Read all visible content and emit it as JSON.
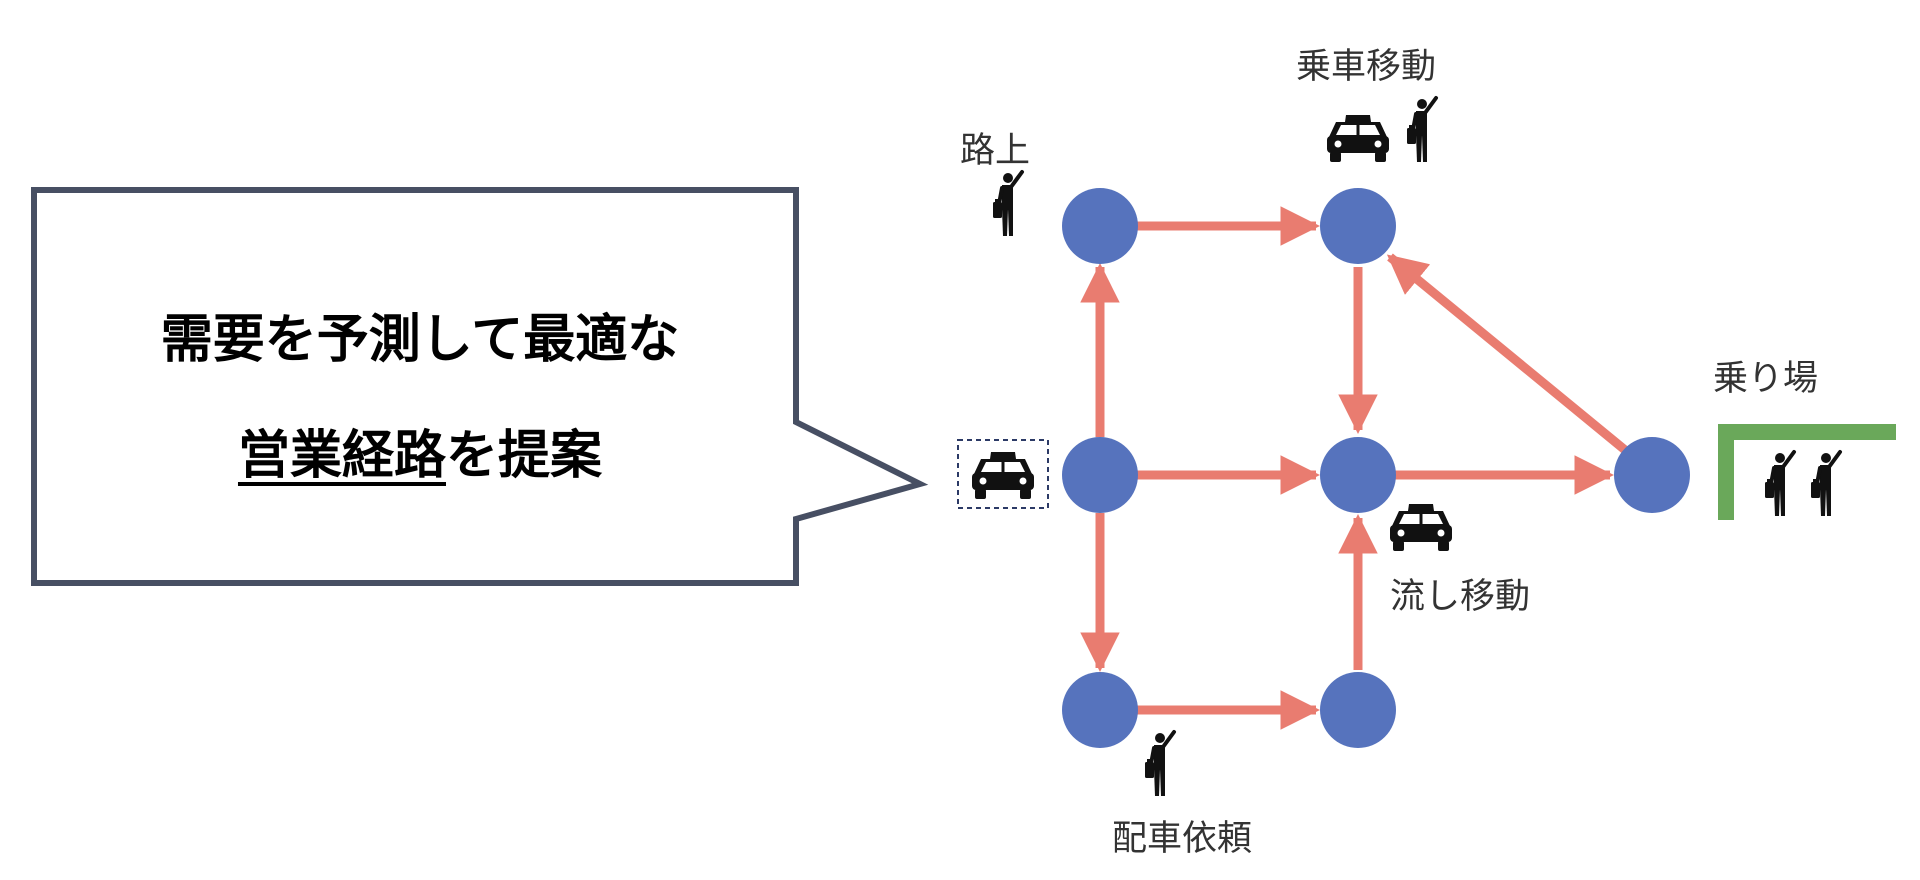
{
  "callout": {
    "line1": "需要を予測して最適な",
    "line2_underlined": "営業経路",
    "line2_rest": "を提案"
  },
  "labels": {
    "boarding_move": "乗車移動",
    "street": "路上",
    "taxi_stand": "乗り場",
    "cruising_move": "流し移動",
    "dispatch_request": "配車依頼"
  },
  "colors": {
    "node": "#5673bd",
    "arrow": "#e97c70",
    "callout_border": "#474f63",
    "taxi_stand_bracket": "#6aa85a",
    "icon": "#111111",
    "text": "#333333"
  },
  "icons": [
    "taxi-icon",
    "hailing-person-icon"
  ]
}
